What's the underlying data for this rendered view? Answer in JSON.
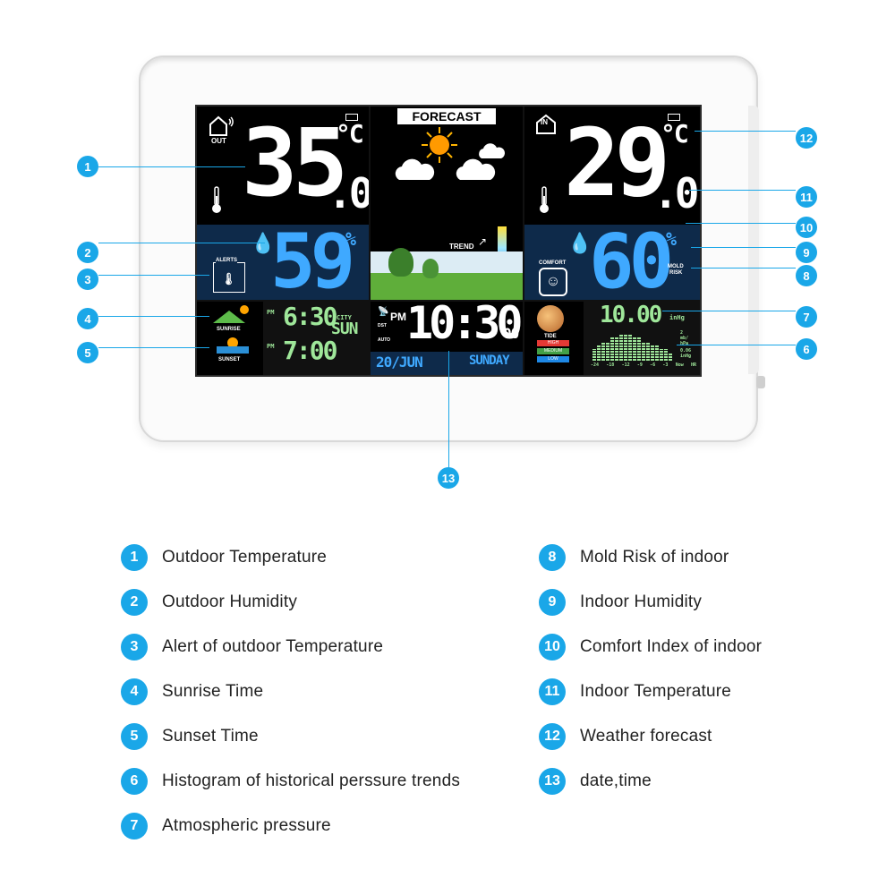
{
  "display": {
    "forecast_label": "FORECAST",
    "trend_label": "TREND",
    "outdoor": {
      "out_label": "OUT",
      "temp_int": "35",
      "temp_dec": ".0",
      "temp_unit": "°C",
      "humidity": "59",
      "humidity_unit": "%",
      "alerts_label": "ALERTS"
    },
    "indoor": {
      "in_label": "IN",
      "temp_int": "29",
      "temp_dec": ".0",
      "temp_unit": "°C",
      "humidity": "60",
      "humidity_unit": "%",
      "comfort_label": "COMFORT",
      "mold_label": "MOLD",
      "risk_label": "RISK"
    },
    "sun": {
      "sunrise_label": "SUNRISE",
      "sunset_label": "SUNSET",
      "pm1": "PM",
      "sunrise_time": "6:30",
      "pm2": "PM",
      "sunset_time": "7:00",
      "city_label": "CITY",
      "city_value": "SUN"
    },
    "clock": {
      "pm": "PM",
      "time": "10:30",
      "seconds": "00",
      "dst": "DST",
      "auto": "AUTO",
      "date": "20/JUN",
      "weekday": "SUNDAY"
    },
    "tide": {
      "label": "TIDE",
      "high": "HIGH",
      "medium": "MEDIUM",
      "low": "LOW"
    },
    "pressure": {
      "value": "10.00",
      "unit": "inHg",
      "scale1": "2",
      "scale2": "mb/",
      "scale3": "hPa",
      "scale4": "0.06",
      "scale5": "inHg",
      "axis": [
        "-24",
        "-18",
        "-12",
        "-9",
        "-6",
        "-3",
        "Now",
        "HR"
      ],
      "bars": [
        3,
        4,
        5,
        5,
        6,
        6,
        7,
        7,
        7,
        6,
        6,
        5,
        5,
        4,
        4,
        3,
        3,
        2
      ]
    }
  },
  "callouts": [
    "1",
    "2",
    "3",
    "4",
    "5",
    "6",
    "7",
    "8",
    "9",
    "10",
    "11",
    "12",
    "13"
  ],
  "legend": {
    "left": [
      {
        "num": "1",
        "text": "Outdoor Temperature"
      },
      {
        "num": "2",
        "text": "Outdoor Humidity"
      },
      {
        "num": "3",
        "text": "Alert of outdoor Temperature"
      },
      {
        "num": "4",
        "text": "Sunrise Time"
      },
      {
        "num": "5",
        "text": "Sunset Time"
      },
      {
        "num": "6",
        "text": "Histogram of historical perssure trends"
      },
      {
        "num": "7",
        "text": "Atmospheric pressure"
      }
    ],
    "right": [
      {
        "num": "8",
        "text": "Mold Risk of indoor"
      },
      {
        "num": "9",
        "text": "Indoor Humidity"
      },
      {
        "num": "10",
        "text": "Comfort Index of indoor"
      },
      {
        "num": "11",
        "text": "Indoor Temperature"
      },
      {
        "num": "12",
        "text": "Weather forecast"
      },
      {
        "num": "13",
        "text": "date,time"
      }
    ]
  },
  "colors": {
    "accent": "#1aa7e8",
    "lcd_blue": "#3fa9ff",
    "lcd_green": "#9fe79a"
  }
}
